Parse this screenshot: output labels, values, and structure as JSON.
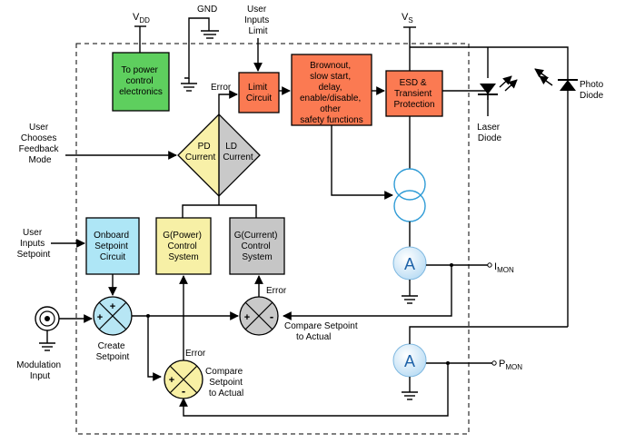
{
  "rails": {
    "vdd": {
      "main": "V",
      "sub": "DD"
    },
    "gnd": "GND",
    "vs": {
      "main": "V",
      "sub": "S"
    }
  },
  "blocks": {
    "power_control": [
      "To power",
      "control",
      "electronics"
    ],
    "limit_circuit": [
      "Limit",
      "Circuit"
    ],
    "safety": [
      "Brownout,",
      "slow start,",
      "delay,",
      "enable/disable,",
      "other",
      "safety functions"
    ],
    "esd": [
      "ESD &",
      "Transient",
      "Protection"
    ],
    "onboard_setpoint": [
      "Onboard",
      "Setpoint",
      "Circuit"
    ],
    "gpower": [
      "G(Power)",
      "Control",
      "System"
    ],
    "gcurrent": [
      "G(Current)",
      "Control",
      "System"
    ],
    "pd_current": [
      "PD",
      "Current"
    ],
    "ld_current": [
      "LD",
      "Current"
    ]
  },
  "labels": {
    "user_inputs_limit": [
      "User",
      "Inputs",
      "Limit"
    ],
    "user_chooses_mode": [
      "User",
      "Chooses",
      "Feedback",
      "Mode"
    ],
    "user_inputs_setpoint": [
      "User",
      "Inputs",
      "Setpoint"
    ],
    "modulation_input": [
      "Modulation",
      "Input"
    ],
    "create_setpoint": [
      "Create",
      "Setpoint"
    ],
    "compare_bottom": [
      "Compare",
      "Setpoint",
      "to Actual"
    ],
    "compare_right": [
      "Compare  Setpoint",
      "to Actual"
    ],
    "error": "Error",
    "laser_diode": [
      "Laser",
      "Diode"
    ],
    "photo_diode": [
      "Photo",
      "Diode"
    ],
    "ammeter": "A",
    "imon": {
      "main": "I",
      "sub": "MON"
    },
    "pmon": {
      "main": "P",
      "sub": "MON"
    },
    "plus": "+",
    "minus": "-"
  },
  "colors": {
    "green": "#5ecf5e",
    "orange": "#fb7a52",
    "cyan": "#aee6f6",
    "yellow": "#f7f0a6",
    "gray": "#c6c6c6",
    "sum_light_blue": "#b7e6f4",
    "sum_gray": "#c9c9c9",
    "sum_yellow": "#f8f0a4",
    "meter": "#ddeefa"
  }
}
